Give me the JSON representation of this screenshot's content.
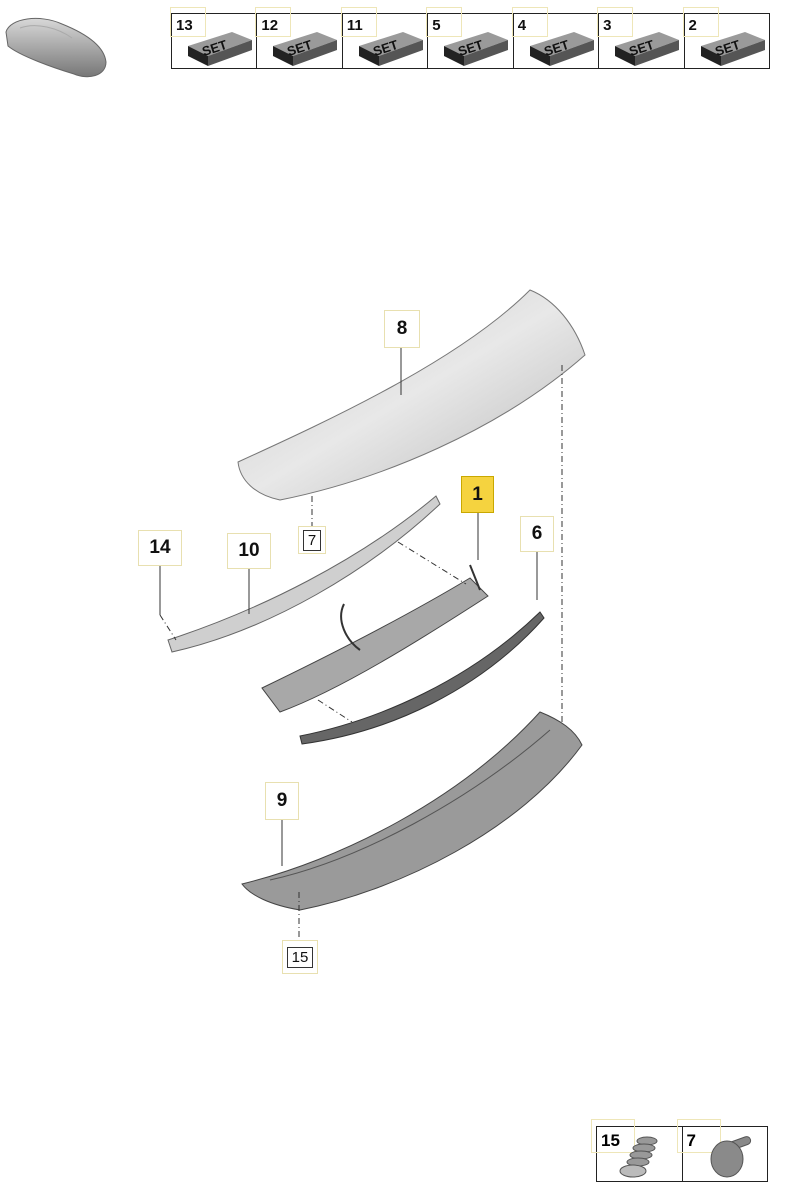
{
  "set_bar": {
    "items": [
      {
        "number": "13",
        "label": "SET"
      },
      {
        "number": "12",
        "label": "SET"
      },
      {
        "number": "11",
        "label": "SET"
      },
      {
        "number": "5",
        "label": "SET"
      },
      {
        "number": "4",
        "label": "SET"
      },
      {
        "number": "3",
        "label": "SET"
      },
      {
        "number": "2",
        "label": "SET"
      }
    ]
  },
  "callouts": {
    "c8": "8",
    "c1": "1",
    "c7": "7",
    "c14": "14",
    "c10": "10",
    "c6": "6",
    "c9": "9",
    "c15": "15"
  },
  "highlight_color": "#f5d33f",
  "bottom_bar": {
    "items": [
      {
        "number": "15",
        "icon": "screw-icon"
      },
      {
        "number": "7",
        "icon": "clip-icon"
      }
    ]
  }
}
